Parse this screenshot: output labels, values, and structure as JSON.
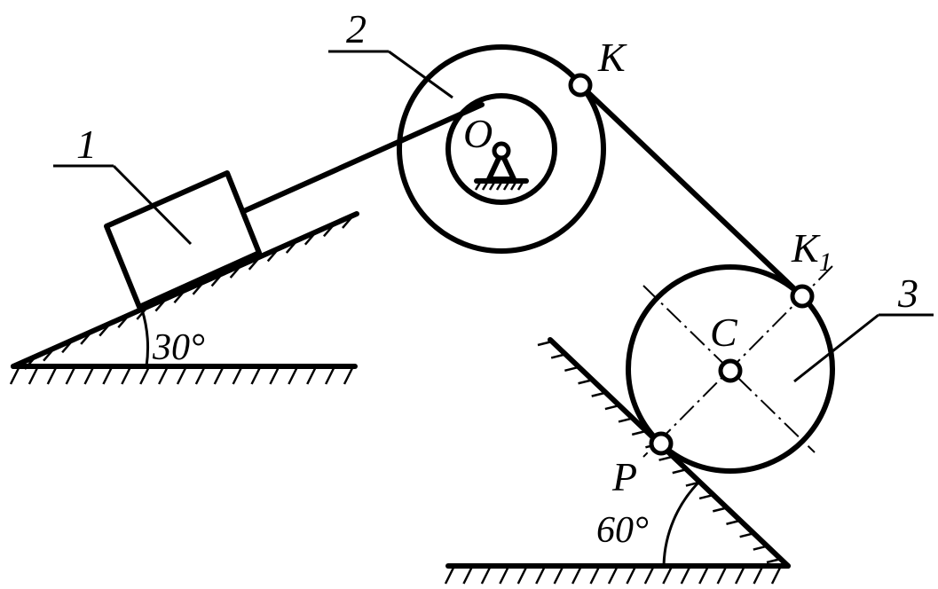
{
  "labels": {
    "body1": "1",
    "body2": "2",
    "body3": "3",
    "point_O": "O",
    "point_K": "K",
    "point_K1": "K",
    "point_K1_sub": "1",
    "point_C": "C",
    "point_P": "P",
    "angle_left": "30°",
    "angle_right": "60°"
  }
}
